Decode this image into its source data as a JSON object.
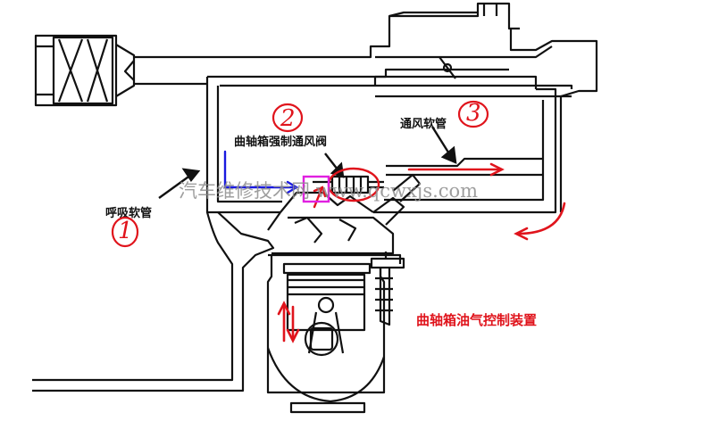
{
  "labels": {
    "breather_hose": "呼吸软管",
    "pcv_valve": "曲轴箱强制通风阀",
    "vent_hose": "通风软管",
    "title": "曲轴箱油气控制装置"
  },
  "annotations": {
    "n1": "1",
    "n2": "2",
    "n3": "3"
  },
  "watermark": "汽车维修技术网 www.qcwxjs.com",
  "colors": {
    "line": "#111111",
    "annotation": "#e0141c",
    "blue_arrow": "#1a1adf",
    "highlight": "#e020e0"
  }
}
